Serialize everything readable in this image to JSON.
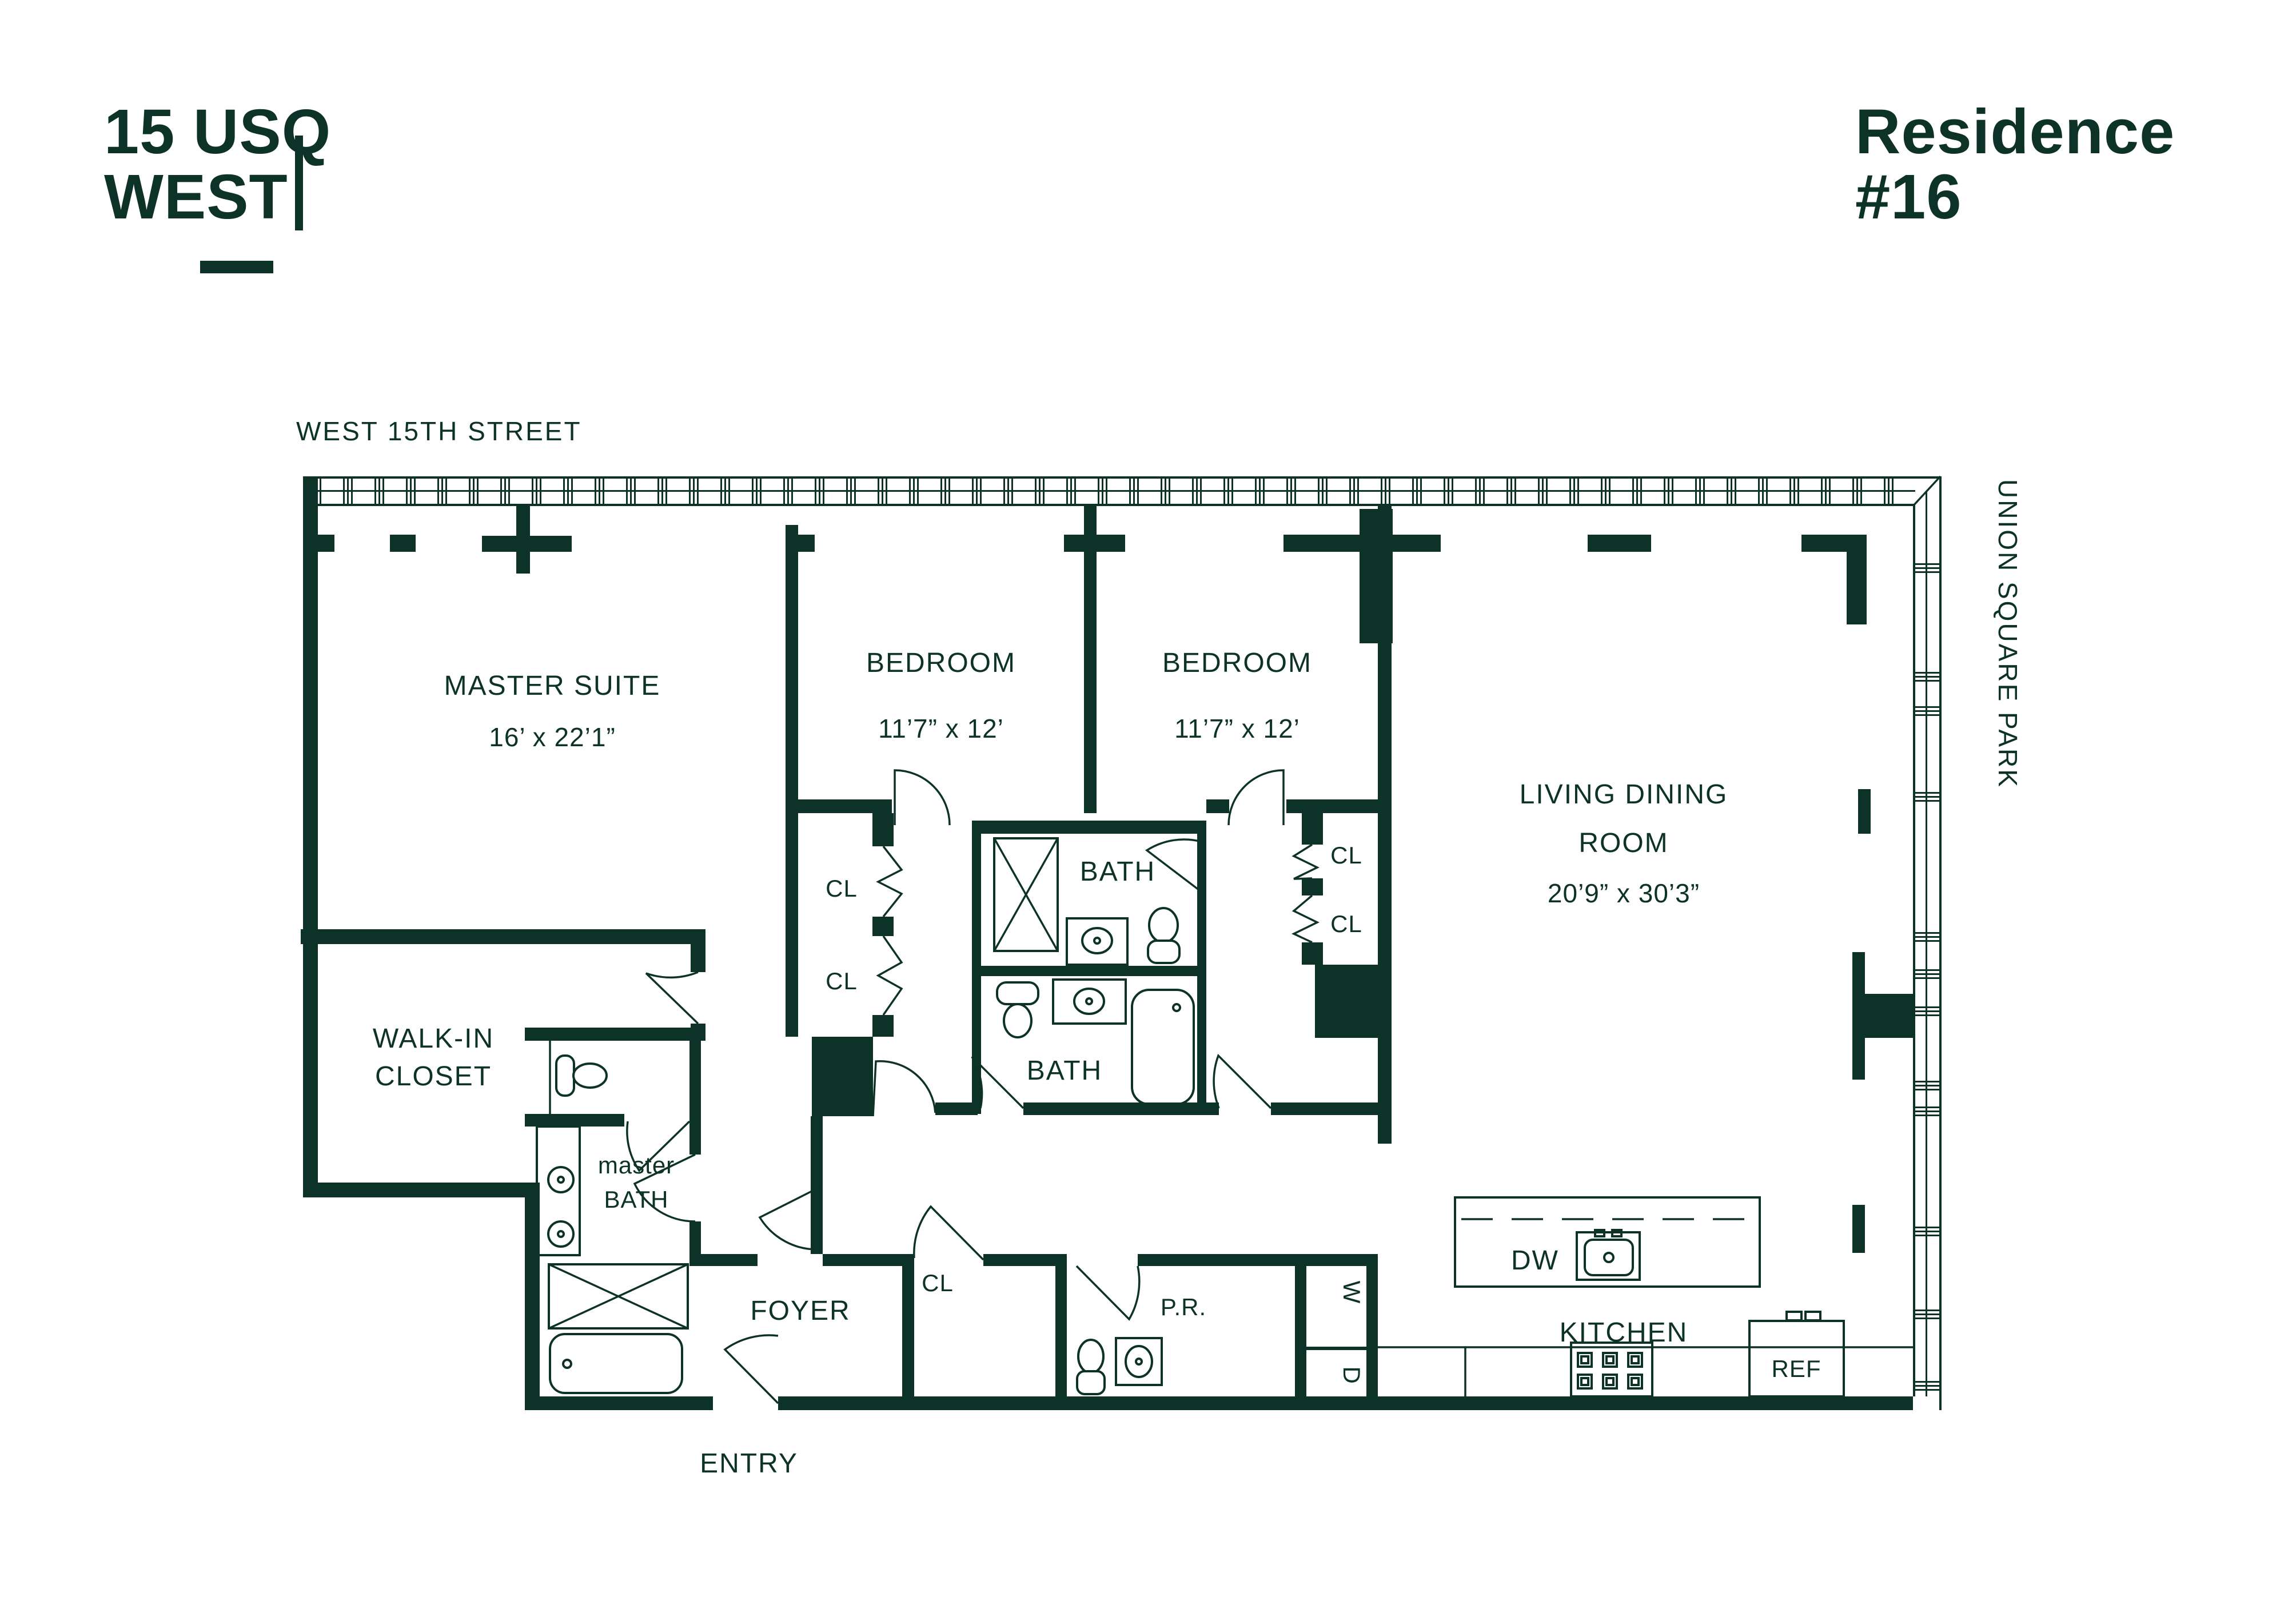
{
  "brand": {
    "line1": "15 USQ",
    "line2": "WEST"
  },
  "residence": {
    "line1": "Residence",
    "line2": "#16"
  },
  "streets": {
    "top": "WEST 15TH STREET",
    "right": "UNION SQUARE PARK"
  },
  "rooms": {
    "master_suite": {
      "name": "MASTER SUITE",
      "dims": "16’ x 22’1”"
    },
    "bedroom1": {
      "name": "BEDROOM",
      "dims": "11’7” x 12’"
    },
    "bedroom2": {
      "name": "BEDROOM",
      "dims": "11’7” x 12’"
    },
    "living": {
      "line1": "LIVING DINING",
      "line2": "ROOM",
      "dims": "20’9” x 30’3”"
    },
    "walk_in": {
      "line1": "WALK-IN",
      "line2": "CLOSET"
    },
    "master_bath": {
      "line1": "master",
      "line2": "BATH"
    },
    "bath_upper": {
      "label": "BATH"
    },
    "bath_lower": {
      "label": "BATH"
    },
    "foyer": {
      "label": "FOYER"
    },
    "entry": {
      "label": "ENTRY"
    },
    "powder": {
      "label": "P.R."
    },
    "kitchen": {
      "label": "KITCHEN"
    }
  },
  "labels": {
    "closet": "CL"
  },
  "appliances": {
    "washer": "W",
    "dryer": "D",
    "dishwasher": "DW",
    "refrigerator": "REF"
  },
  "colors": {
    "ink": "#0d3228",
    "background": "#ffffff"
  }
}
